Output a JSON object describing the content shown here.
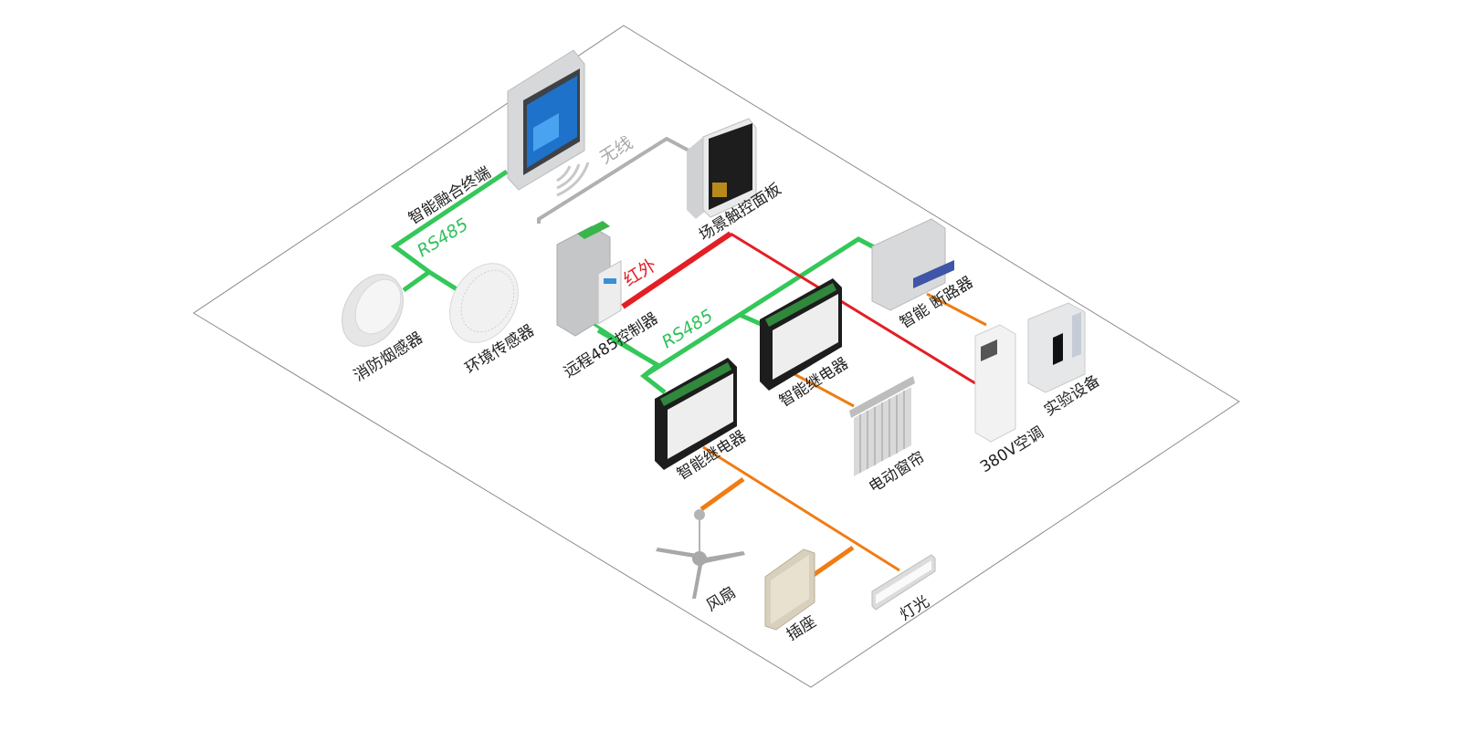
{
  "title": "智能实验室控制系统拓扑",
  "colors": {
    "rs485": "#34c759",
    "infrared": "#e31e24",
    "wireless": "#a9a9a9",
    "power": "#f07c12",
    "floor_line": "#8a8a8a"
  },
  "links": {
    "rs485_top": "RS485",
    "rs485_mid": "RS485",
    "infrared": "红外",
    "wireless": "无线"
  },
  "devices": {
    "terminal": "智能融合终端",
    "scene_panel": "场景触控面板",
    "smoke_detector": "消防烟感器",
    "env_sensor": "环境传感器",
    "controller485": "远程485控制器",
    "relay_left": "智能继电器",
    "relay_right": "智能继电器",
    "breaker": "智能 断路器",
    "air_conditioner": "380V空调",
    "lab_equipment": "实验设备",
    "curtain": "电动窗帘",
    "fan": "风扇",
    "socket": "插座",
    "light": "灯光"
  }
}
